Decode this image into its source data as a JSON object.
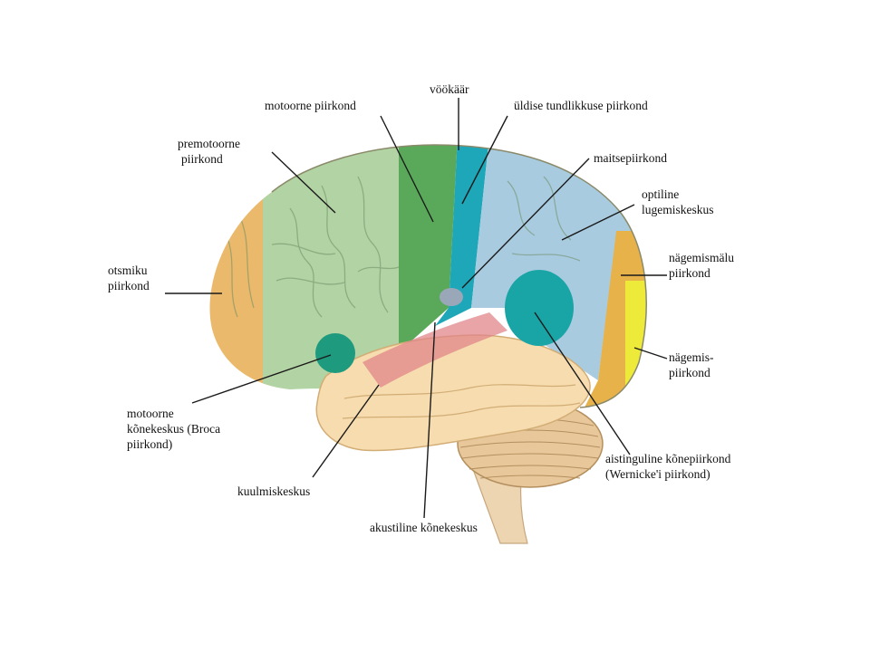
{
  "labels": {
    "vookaar": "vöökäär",
    "motoorne_piirkond": "motoorne piirkond",
    "uldise_tundlikkuse": "üldise tundlikkuse piirkond",
    "premotoorne": [
      "premotoorne",
      "piirkond"
    ],
    "maitsepiirkond": "maitsepiirkond",
    "optiline": [
      "optiline",
      "lugemiskeskus"
    ],
    "otsmiku": [
      "otsmiku",
      "piirkond"
    ],
    "nagemismalu": [
      "nägemismälu",
      "piirkond"
    ],
    "nagemis": [
      "nägemis-",
      "piirkond"
    ],
    "motoorne_konekeskus": [
      "motoorne",
      "kõnekeskus (Broca",
      "piirkond)"
    ],
    "aistinguline": [
      "aistinguline kõnepiirkond",
      "(Wernicke'i piirkond)"
    ],
    "kuulmiskeskus": "kuulmiskeskus",
    "akustiline": "akustiline kõnekeskus"
  },
  "colors": {
    "frontal": "#eab96b",
    "premotor": "#b2d3a3",
    "motor": "#5aa95a",
    "sensory": "#1ea7b8",
    "parietal": "#a9cbe0",
    "visual_memory": "#e8b24a",
    "visual": "#eeea3a",
    "broca": "#1e9a7e",
    "wernicke": "#19a5a6",
    "temporal": "#f6dcae",
    "auditory": "#e0858a",
    "taste": "#9aa7b8",
    "cerebellum": "#e8c79a",
    "leader": "#1a1a1a"
  }
}
